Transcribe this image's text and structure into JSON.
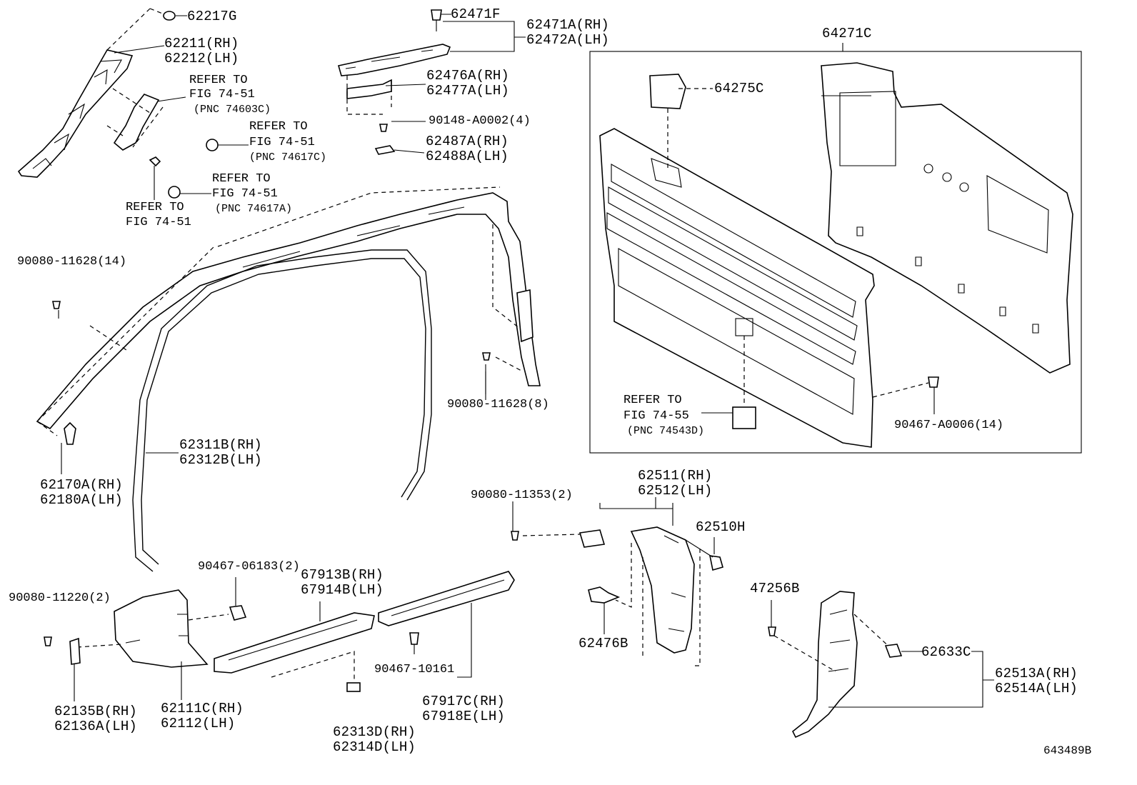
{
  "diagram": {
    "figure_id": "643489B",
    "labels": {
      "p62217G": "62217G",
      "p62211": "62211(RH)",
      "p62212": "62212(LH)",
      "ref1_a": "REFER TO",
      "ref1_b": "FIG 74-51",
      "ref1_c": "(PNC 74603C)",
      "ref2_a": "REFER TO",
      "ref2_b": "FIG 74-51",
      "ref2_c": "(PNC 74617C)",
      "ref3_a": "REFER TO",
      "ref3_b": "FIG 74-51",
      "ref3_c": "(PNC 74617A)",
      "ref4_a": "REFER TO",
      "ref4_b": "FIG 74-51",
      "p62471F": "62471F",
      "p62471A": "62471A(RH)",
      "p62472A": "62472A(LH)",
      "p62476A": "62476A(RH)",
      "p62477A": "62477A(LH)",
      "p90148": "90148-A0002(4)",
      "p62487A": "62487A(RH)",
      "p62488A": "62488A(LH)",
      "p64271C": "64271C",
      "p64275C": "64275C",
      "ref5_a": "REFER TO",
      "ref5_b": "FIG 74-55",
      "ref5_c": "(PNC 74543D)",
      "p90467_A0006": "90467-A0006(14)",
      "p90080_11628_14": "90080-11628(14)",
      "p90080_11628_8": "90080-11628(8)",
      "p62170A": "62170A(RH)",
      "p62180A": "62180A(LH)",
      "p62311B": "62311B(RH)",
      "p62312B": "62312B(LH)",
      "p62511": "62511(RH)",
      "p62512": "62512(LH)",
      "p90080_11353": "90080-11353(2)",
      "p62510H": "62510H",
      "p62476B": "62476B",
      "p47256B": "47256B",
      "p62633C": "62633C",
      "p62513A": "62513A(RH)",
      "p62514A": "62514A(LH)",
      "p90467_06183": "90467-06183(2)",
      "p67913B": "67913B(RH)",
      "p67914B": "67914B(LH)",
      "p90080_11220": "90080-11220(2)",
      "p90467_10161": "90467-10161",
      "p67917C": "67917C(RH)",
      "p67918E": "67918E(LH)",
      "p62135B": "62135B(RH)",
      "p62136A": "62136A(LH)",
      "p62111C": "62111C(RH)",
      "p62112": "62112(LH)",
      "p62313D": "62313D(RH)",
      "p62314D": "62314D(LH)"
    }
  }
}
